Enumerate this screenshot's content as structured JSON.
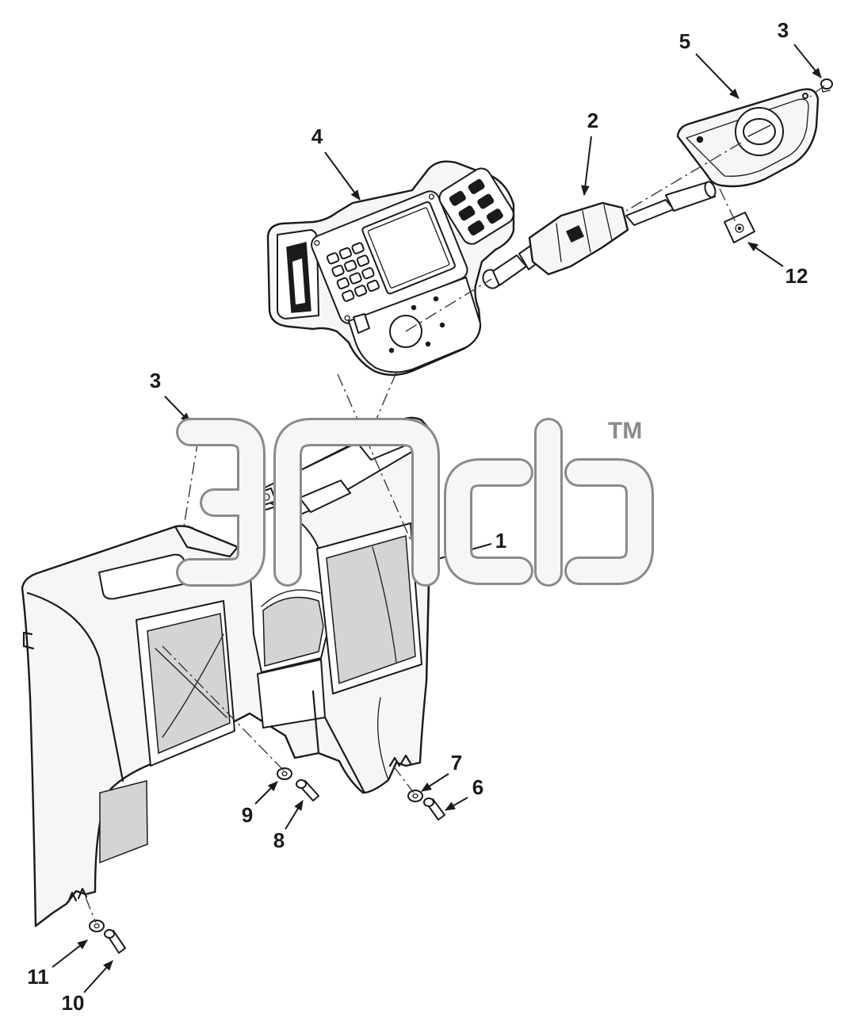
{
  "diagram": {
    "callouts": [
      {
        "label": "3"
      },
      {
        "label": "5"
      },
      {
        "label": "2"
      },
      {
        "label": "4"
      },
      {
        "label": "12"
      },
      {
        "label": "3"
      },
      {
        "label": "1"
      },
      {
        "label": "7"
      },
      {
        "label": "6"
      },
      {
        "label": "9"
      },
      {
        "label": "8"
      },
      {
        "label": "11"
      },
      {
        "label": "10"
      }
    ]
  },
  "watermark": {
    "logo_text": "эпф",
    "trademark": "TM"
  },
  "colors": {
    "line": "#1a1a1a",
    "watermark": "#8a8a8a",
    "background": "#ffffff"
  }
}
